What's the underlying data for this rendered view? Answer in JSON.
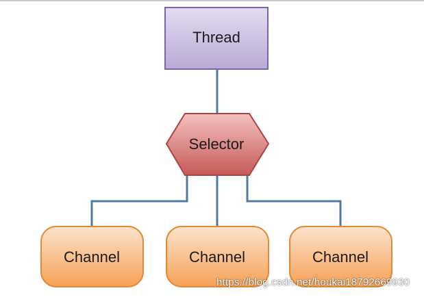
{
  "diagram": {
    "nodes": {
      "thread": {
        "label": "Thread"
      },
      "selector": {
        "label": "Selector"
      },
      "channels": [
        {
          "label": "Channel"
        },
        {
          "label": "Channel"
        },
        {
          "label": "Channel"
        }
      ]
    },
    "colors": {
      "thread_fill_top": "#e3dcef",
      "thread_fill_bottom": "#b9aad6",
      "thread_stroke": "#7a63a6",
      "selector_fill_top": "#f3c1c0",
      "selector_fill_bottom": "#c65a58",
      "selector_stroke": "#a84544",
      "channel_fill_top": "#fde3cc",
      "channel_fill_bottom": "#f6a156",
      "channel_stroke": "#e08a35",
      "connector": "#4e7aa3"
    }
  },
  "watermark": "https://blog.csdn.net/houkai18792669930"
}
